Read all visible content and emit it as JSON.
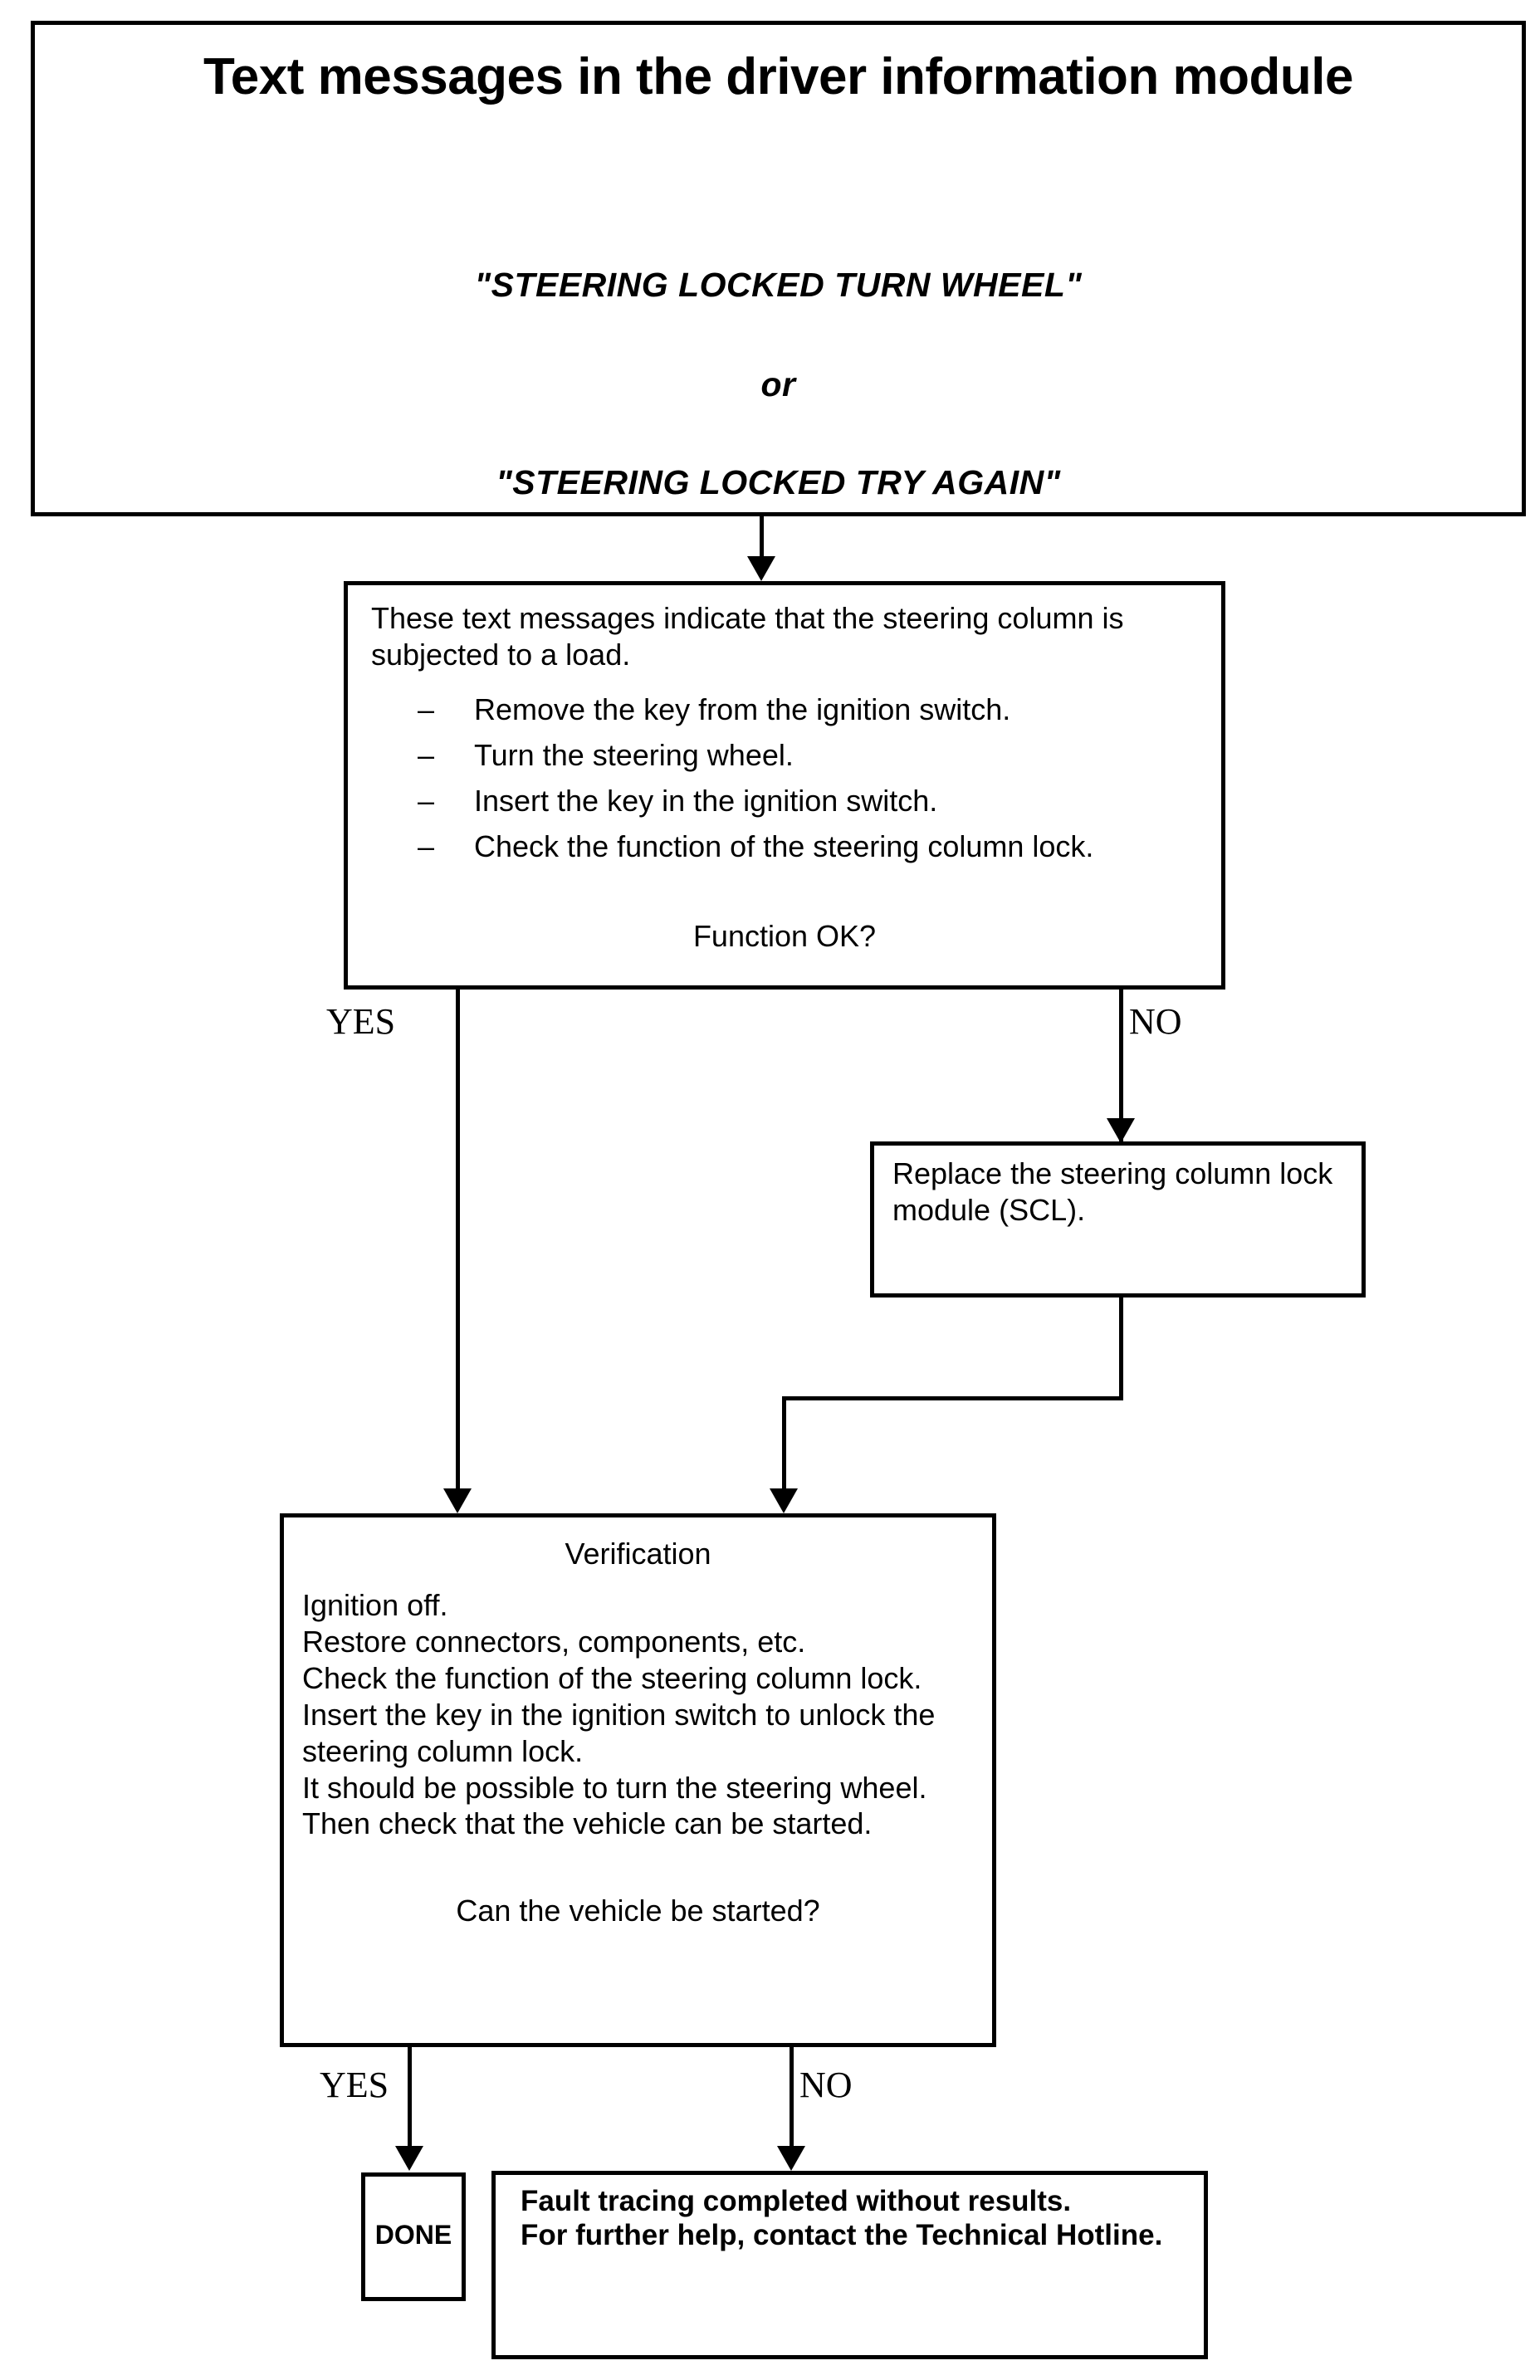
{
  "title_box": {
    "heading": "Text messages in the driver information module",
    "message_1": "\"STEERING LOCKED TURN WHEEL\"",
    "or": "or",
    "message_2": "\"STEERING LOCKED TRY AGAIN\""
  },
  "step_box": {
    "intro": "These text messages indicate that the steering column is subjected to a load.",
    "bullet_marker": "–",
    "bullets": [
      "Remove the key from the ignition switch.",
      "Turn the steering wheel.",
      "Insert the key in the ignition switch.",
      "Check the function of the steering column lock."
    ],
    "question": "Function OK?"
  },
  "replace_box": {
    "text": "Replace the steering column lock module (SCL)."
  },
  "verification_box": {
    "title": "Verification",
    "body": "Ignition off.\nRestore connectors, components, etc.\nCheck the function of the steering column lock.\nInsert the key in the ignition switch to unlock the steering column lock.\nIt should be possible to turn the steering wheel.\nThen check that the vehicle can be started.",
    "question": "Can the vehicle be started?"
  },
  "done_box": {
    "label": "DONE"
  },
  "fault_box": {
    "text": "Fault tracing completed without results.\nFor further help, contact the Technical Hotline."
  },
  "branches": {
    "yes_1": "YES",
    "no_1": "NO",
    "yes_2": "YES",
    "no_2": "NO"
  },
  "colors": {
    "stroke": "#000000",
    "background": "#ffffff",
    "text": "#000000"
  }
}
